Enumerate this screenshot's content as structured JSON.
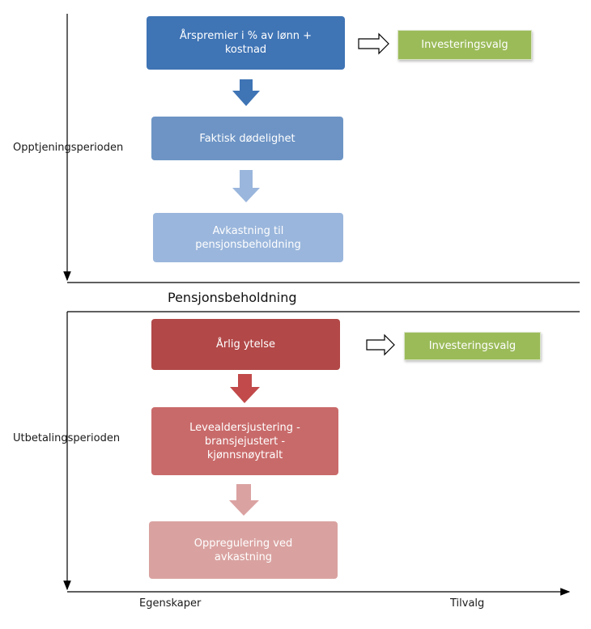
{
  "upper": {
    "period_label": "Opptjeningsperioden",
    "boxes": [
      {
        "text": "Årspremier i % av lønn +\nkostnad",
        "color": "#3f74b5"
      },
      {
        "text": "Faktisk dødelighet",
        "color": "#6d94c5"
      },
      {
        "text": "Avkastning til\npensjonsbeholdning",
        "color": "#9ab6dc"
      }
    ],
    "arrow_colors": [
      "#3f74b5",
      "#9ab6dc"
    ],
    "option": "Investeringsvalg"
  },
  "middle_label": "Pensjonsbeholdning",
  "lower": {
    "period_label": "Utbetalingsperioden",
    "boxes": [
      {
        "text": "Årlig ytelse",
        "color": "#b24848"
      },
      {
        "text": "Levealdersjustering -\nbransjejustert -\nkjønnsnøytralt",
        "color": "#c96a6a"
      },
      {
        "text": "Oppregulering ved\navkastning",
        "color": "#d9a2a0"
      }
    ],
    "arrow_colors": [
      "#c24a4a",
      "#dba2a2"
    ],
    "option": "Investeringsvalg"
  },
  "axis": {
    "x_left": "Egenskaper",
    "x_right": "Tilvalg"
  }
}
